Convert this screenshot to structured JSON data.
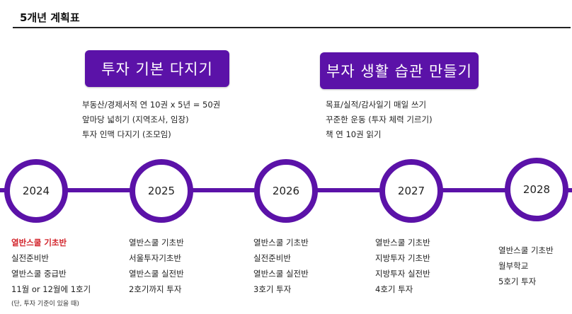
{
  "page": {
    "title": "5개년 계획표"
  },
  "goals": [
    {
      "label": "투자 기본 다지기",
      "items": [
        "부동산/경제서적 연 10권 x 5년 = 50권",
        "앞마당 넓히기 (지역조사, 임장)",
        "투자 인맥 다지기 (조모임)"
      ]
    },
    {
      "label": "부자 생활 습관 만들기",
      "items": [
        "목표/실적/감사일기 매일 쓰기",
        "꾸준한 운동 (투자 체력 기르기)",
        "책 연 10권 읽기"
      ]
    }
  ],
  "timeline": {
    "accent_color": "#5b12a8",
    "highlight_color": "#d2232a",
    "years": [
      {
        "year": "2024",
        "items": [
          "열반스쿨 기초반",
          "실전준비반",
          "열반스쿨 중급반",
          "11월 or 12월에 1호기"
        ],
        "note": "(단, 투자 기준이 있을 때)"
      },
      {
        "year": "2025",
        "items": [
          "열반스쿨 기초반",
          "서울투자기초반",
          "열반스쿨 실전반",
          "2호기까지 투자"
        ]
      },
      {
        "year": "2026",
        "items": [
          "열반스쿨 기초반",
          "실전준비반",
          "열반스쿨 실전반",
          "3호기 투자"
        ]
      },
      {
        "year": "2027",
        "items": [
          "열반스쿨 기초반",
          "지방투자 기초반",
          "지방투자 실전반",
          "4호기 투자"
        ]
      },
      {
        "year": "2028",
        "items": [
          "열반스쿨 기초반",
          "월부학교",
          "5호기 투자"
        ]
      }
    ]
  }
}
